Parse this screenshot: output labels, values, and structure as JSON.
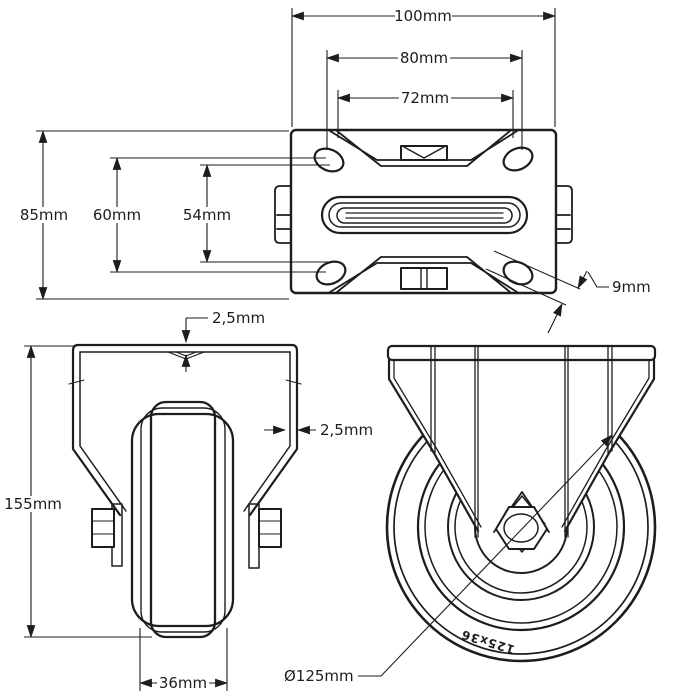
{
  "colors": {
    "line": "#1d1d1d",
    "background": "#ffffff"
  },
  "views": {
    "top_view": {
      "title": "mounting plate top view",
      "dimensions": {
        "overall_width": "100mm",
        "hole_spacing_width": "80mm",
        "inner_spacing_width": "72mm",
        "overall_depth": "85mm",
        "hole_spacing_depth": "60mm",
        "inner_spacing_depth": "54mm",
        "bolt_hole_width": "9mm"
      }
    },
    "front_view": {
      "title": "caster front view",
      "dimensions": {
        "plate_thickness": "2,5mm",
        "bracket_thickness": "2,5mm",
        "overall_height": "155mm",
        "wheel_width": "36mm"
      }
    },
    "side_view": {
      "title": "caster side view",
      "dimensions": {
        "wheel_diameter": "Ø125mm"
      },
      "wheel_marking": "125x36"
    }
  }
}
